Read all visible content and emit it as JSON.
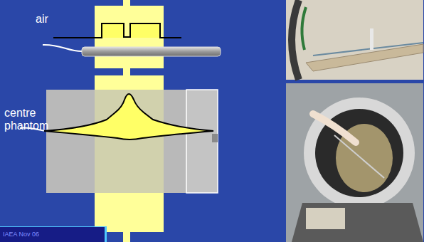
{
  "diagram": {
    "nodes": [
      {
        "text": [
          "IAEA Nov 06"
        ]
      }
    ],
    "labels": [
      "air",
      "centre phantom"
    ]
  }
}
